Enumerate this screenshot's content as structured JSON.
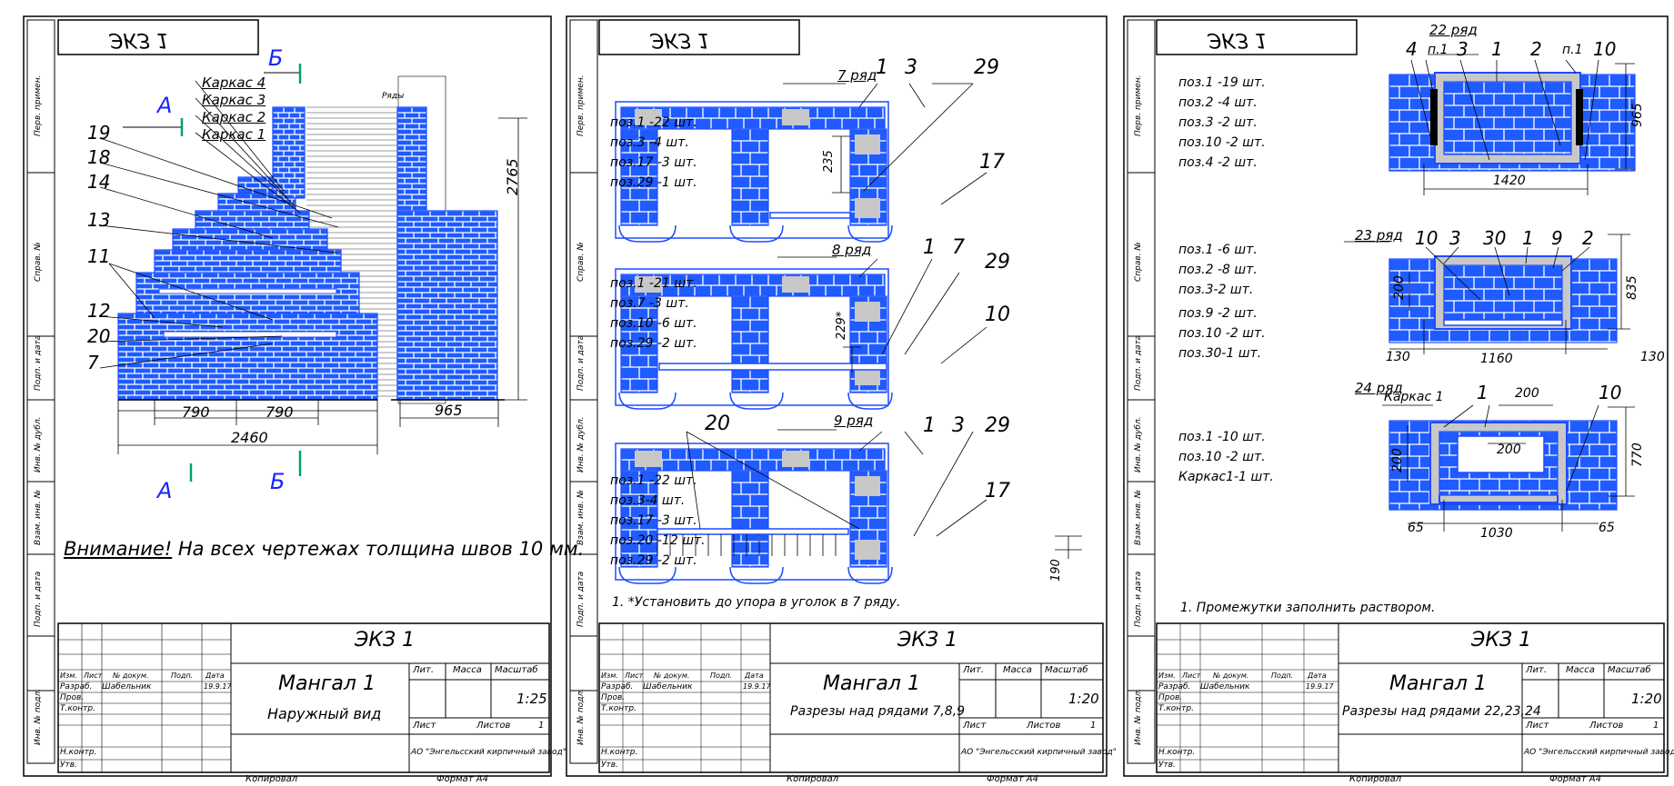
{
  "colors": {
    "brick": "#1f5bff",
    "mortar": "#ffffff",
    "frame": "#1f4bff",
    "fill": "#c8c8c8",
    "ink": "#000000",
    "section": "#1a23ff",
    "marker": "#00a070"
  },
  "common": {
    "sheet_code": "ЭКЗ 1",
    "side_strip": [
      "Перв. примен.",
      "Справ. №",
      "Подп. и дата",
      "Инв. № дубл.",
      "Взам. инв. №",
      "Подп. и дата",
      "Инв. № подл."
    ],
    "stamp_headers": [
      "Изм.",
      "Лист",
      "№ докум.",
      "Подп.",
      "Дата"
    ],
    "stamp_rows": [
      "Разраб.",
      "Пров.",
      "Т.контр.",
      "Н.контр.",
      "Утв."
    ],
    "developer": "Шабельник",
    "date": "19.9.17",
    "lit_header": "Лит.",
    "mass_header": "Масса",
    "scale_header": "Масштаб",
    "sheet_label": "Лист",
    "sheets_label": "Листов",
    "sheets_value": "1",
    "company": "АО \"Энгельсский кирпичный завод\"",
    "copied": "Копировал",
    "format": "Формат  А4"
  },
  "sheet1": {
    "title": "Мангал 1",
    "subtitle": "Наружный вид",
    "scale": "1:25",
    "section_a": "А",
    "section_b": "Б",
    "rows_label": "Ряды",
    "frames": [
      "Каркас 4",
      "Каркас 3",
      "Каркас 2",
      "Каркас 1"
    ],
    "callouts": [
      "19",
      "18",
      "14",
      "13",
      "11",
      "12",
      "20",
      "7"
    ],
    "dim_height": "2765",
    "dim_790a": "790",
    "dim_790b": "790",
    "dim_width": "2460",
    "dim_depth": "965",
    "note_prefix": "Внимание!",
    "note_rest": " На всех чертежах толщина швов 10 мм."
  },
  "sheet2": {
    "title": "Мангал 1",
    "subtitle": "Разрезы над рядами 7,8,9",
    "scale": "1:20",
    "row7": {
      "title": "7 ряд",
      "lines": [
        "поз.1 -22 шт.",
        "поз.3 -4 шт.",
        "поз.17 -3 шт.",
        "поз.29 -1 шт."
      ],
      "callouts": [
        "1",
        "3",
        "29",
        "17"
      ],
      "dim": "235"
    },
    "row8": {
      "title": "8 ряд",
      "lines": [
        "поз.1 -21 шт.",
        "поз.7 -3 шт.",
        "поз.10 -6 шт.",
        "поз.29 -2 шт."
      ],
      "callouts": [
        "1",
        "7",
        "29",
        "10"
      ],
      "dim": "229*"
    },
    "row9": {
      "title": "9 ряд",
      "lines": [
        "поз.1 -22 шт.",
        "поз.3-4 шт.",
        "поз.17 -3 шт.",
        "поз.20 -12 шт.",
        "поз.29 -2 шт."
      ],
      "callouts": [
        "20",
        "1",
        "3",
        "29",
        "17"
      ],
      "dim": "190"
    },
    "note": "1. *Установить до упора в уголок в 7 ряду."
  },
  "sheet3": {
    "title": "Мангал 1",
    "subtitle": "Разрезы над рядами 22,23,24",
    "scale": "1:20",
    "row22": {
      "title": "22 ряд",
      "lines": [
        "поз.1 -19 шт.",
        "поз.2 -4 шт.",
        "поз.3 -2 шт.",
        "поз.10 -2 шт.",
        "поз.4 -2 шт."
      ],
      "callouts": [
        "4",
        "п.1",
        "3",
        "1",
        "2",
        "п.1",
        "10"
      ],
      "dim_w": "1420",
      "dim_h": "965"
    },
    "row23": {
      "title": "23 ряд",
      "lines": [
        "поз.1 -6 шт.",
        "поз.2 -8 шт.",
        "поз.3-2 шт.",
        "поз.9 -2 шт.",
        "поз.10 -2 шт.",
        "поз.30-1 шт."
      ],
      "callouts": [
        "10",
        "3",
        "30",
        "1",
        "9",
        "2"
      ],
      "dim_w": "1160",
      "dim_h": "835",
      "dim_200": "200",
      "dim_130a": "130",
      "dim_130b": "130"
    },
    "row24": {
      "title": "Каркас 1",
      "lines": [
        "поз.1 -10 шт.",
        "поз.10 -2 шт.",
        "Каркас1-1 шт."
      ],
      "callouts": [
        "1",
        "10"
      ],
      "dim_w": "1030",
      "dim_h": "770",
      "dim_200a": "200",
      "dim_200b": "200",
      "dim_200c": "200",
      "dim_65a": "65",
      "dim_65b": "65",
      "row_title": "24 ряд"
    },
    "note": "1. Промежутки заполнить раствором."
  }
}
